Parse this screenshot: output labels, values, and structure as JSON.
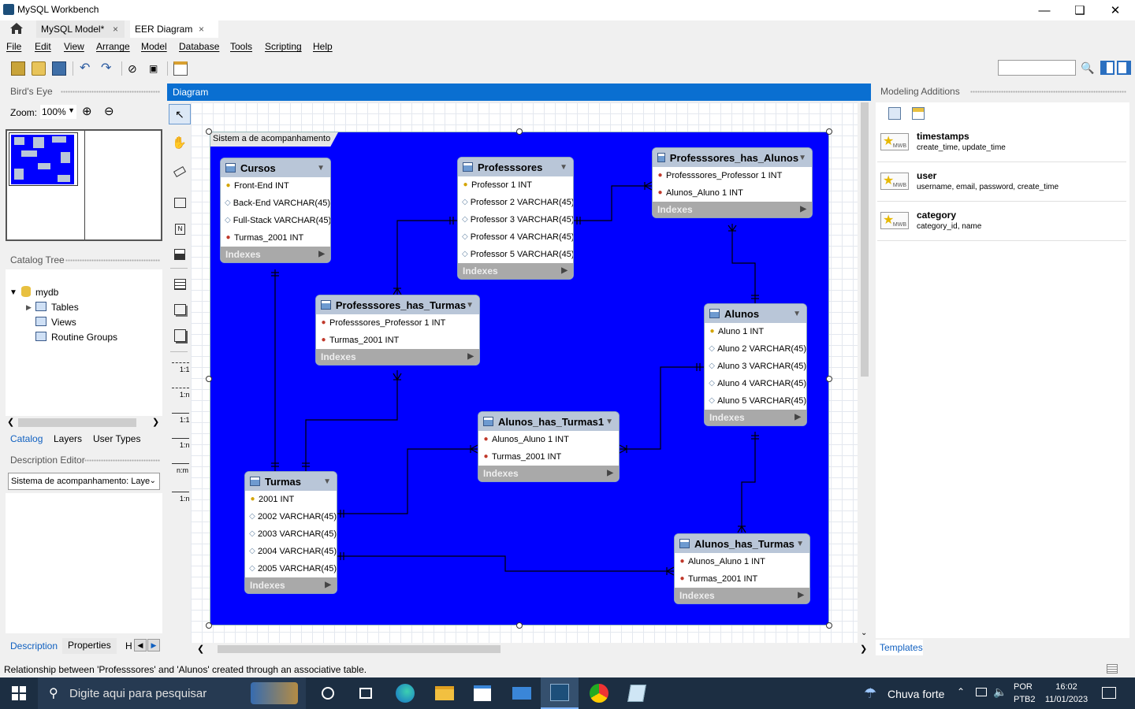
{
  "window": {
    "title": "MySQL Workbench"
  },
  "tabs": [
    {
      "label": "MySQL Model*"
    },
    {
      "label": "EER Diagram"
    }
  ],
  "menu": [
    "File",
    "Edit",
    "View",
    "Arrange",
    "Model",
    "Database",
    "Tools",
    "Scripting",
    "Help"
  ],
  "birdseye": {
    "header": "Bird's Eye",
    "zoom_label": "Zoom:",
    "zoom_value": "100%"
  },
  "catalog": {
    "header": "Catalog Tree",
    "schema": "mydb",
    "items": [
      "Tables",
      "Views",
      "Routine Groups"
    ],
    "tabs": [
      "Catalog",
      "Layers",
      "User Types"
    ]
  },
  "description": {
    "header": "Description Editor",
    "select_value": "Sistema de acompanhamento: Laye",
    "tabs": [
      "Description",
      "Properties",
      "H"
    ]
  },
  "diagram": {
    "header": "Diagram",
    "layer_name": "Sistem a de acompanhamento",
    "tables": {
      "cursos": {
        "name": "Cursos",
        "cols": [
          "Front-End INT",
          "Back-End VARCHAR(45)",
          "Full-Stack VARCHAR(45)",
          "Turmas_2001 INT"
        ],
        "indexes": "Indexes"
      },
      "professores": {
        "name": "Professsores",
        "cols": [
          "Professor 1 INT",
          "Professor 2 VARCHAR(45)",
          "Professor 3 VARCHAR(45)",
          "Professor 4 VARCHAR(45)",
          "Professor 5 VARCHAR(45)"
        ],
        "indexes": "Indexes"
      },
      "prof_alunos": {
        "name": "Professsores_has_Alunos",
        "cols": [
          "Professsores_Professor 1 INT",
          "Alunos_Aluno 1 INT"
        ],
        "indexes": "Indexes"
      },
      "prof_turmas": {
        "name": "Professsores_has_Turmas",
        "cols": [
          "Professsores_Professor 1 INT",
          "Turmas_2001 INT"
        ],
        "indexes": "Indexes"
      },
      "alunos": {
        "name": "Alunos",
        "cols": [
          "Aluno 1 INT",
          "Aluno 2 VARCHAR(45)",
          "Aluno 3 VARCHAR(45)",
          "Aluno 4 VARCHAR(45)",
          "Aluno 5 VARCHAR(45)"
        ],
        "indexes": "Indexes"
      },
      "alunos_turmas1": {
        "name": "Alunos_has_Turmas1",
        "cols": [
          "Alunos_Aluno 1 INT",
          "Turmas_2001 INT"
        ],
        "indexes": "Indexes"
      },
      "turmas": {
        "name": "Turmas",
        "cols": [
          "2001 INT",
          "2002 VARCHAR(45)",
          "2003 VARCHAR(45)",
          "2004 VARCHAR(45)",
          "2005 VARCHAR(45)"
        ],
        "indexes": "Indexes"
      },
      "alunos_turmas": {
        "name": "Alunos_has_Turmas",
        "cols": [
          "Alunos_Aluno 1 INT",
          "Turmas_2001 INT"
        ],
        "indexes": "Indexes"
      }
    }
  },
  "palette": {
    "rel_labels": [
      "1:1",
      "1:n",
      "1:1",
      "1:n",
      "n:m",
      "1:n"
    ]
  },
  "modeling": {
    "header": "Modeling Additions",
    "items": [
      {
        "title": "timestamps",
        "desc": "create_time, update_time"
      },
      {
        "title": "user",
        "desc": "username, email, password, create_time"
      },
      {
        "title": "category",
        "desc": "category_id, name"
      }
    ],
    "templates_tab": "Templates",
    "badge": "MWB"
  },
  "status": "Relationship between 'Professsores' and 'Alunos' created through an associative table.",
  "taskbar": {
    "search_placeholder": "Digite aqui para pesquisar",
    "weather": "Chuva forte",
    "lang1": "POR",
    "lang2": "PTB2",
    "time": "16:02",
    "date": "11/01/2023"
  },
  "colors": {
    "layer": "#0000ff",
    "diagram_header": "#0a6fd1",
    "taskbar": "#1c2e42"
  }
}
